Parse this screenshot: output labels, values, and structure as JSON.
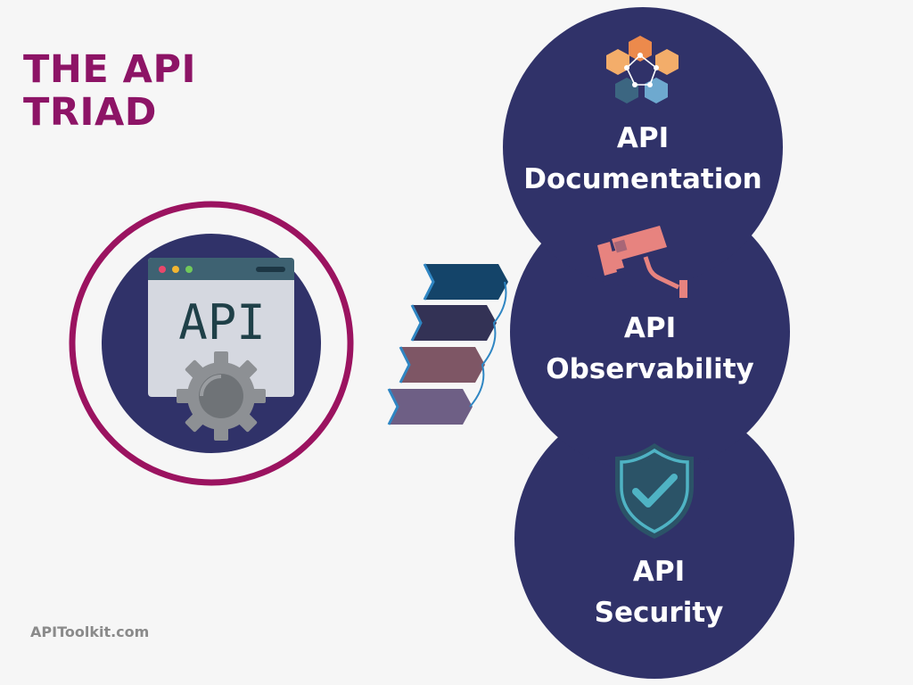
{
  "title": {
    "line1": "THE API",
    "line2": "TRIAD"
  },
  "center": {
    "window_text": "API"
  },
  "pillars": [
    {
      "line1": "API",
      "line2": "Documentation",
      "icon": "hexagon-network-icon"
    },
    {
      "line1": "API",
      "line2": "Observability",
      "icon": "security-camera-icon"
    },
    {
      "line1": "API",
      "line2": "Security",
      "icon": "shield-check-icon"
    }
  ],
  "connector_colors": [
    "#144469",
    "#333255",
    "#7e5665",
    "#6e5f85"
  ],
  "footer": "APIToolkit.com",
  "colors": {
    "title": "#8d1466",
    "ring": "#9b1360",
    "navy": "#303269",
    "background": "#f6f6f6"
  }
}
